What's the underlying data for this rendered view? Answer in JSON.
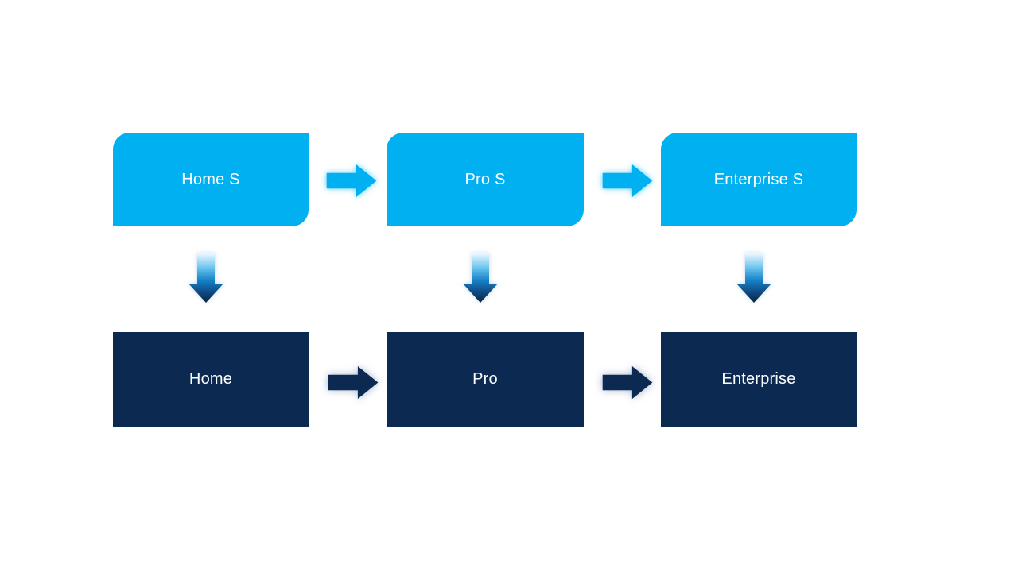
{
  "flow": {
    "top_row": [
      {
        "label": "Home S"
      },
      {
        "label": "Pro S"
      },
      {
        "label": "Enterprise S"
      }
    ],
    "bottom_row": [
      {
        "label": "Home"
      },
      {
        "label": "Pro"
      },
      {
        "label": "Enterprise"
      }
    ],
    "icons": {
      "right_arrow": "→",
      "down_arrow": "↓"
    },
    "colors": {
      "background": "#FFFFFF",
      "top_box_fill": "#00B0F0",
      "bottom_box_fill": "#0C2952",
      "label_text": "#FFFFFF",
      "top_arrow_fill": "#00B0F0",
      "bottom_arrow_fill": "#0C2952",
      "down_arrow_gradient_top": "#EDF8FE",
      "down_arrow_gradient_mid": "#1581C6",
      "down_arrow_gradient_bottom": "#0A2443"
    }
  }
}
